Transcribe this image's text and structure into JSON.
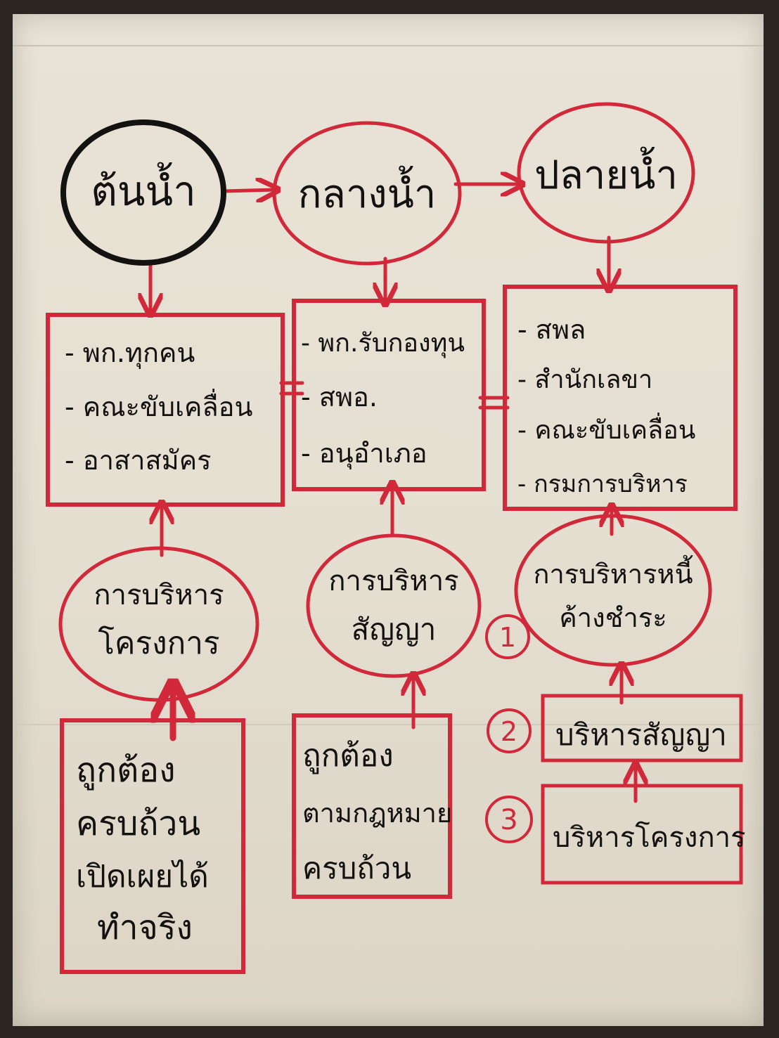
{
  "colors": {
    "ink": "#141210",
    "marker": "#d2293a",
    "paper": "#e8e2d5"
  },
  "top_nodes": [
    {
      "id": "upstream",
      "label": "ต้นน้ำ"
    },
    {
      "id": "midstream",
      "label": "กลางน้ำ"
    },
    {
      "id": "downstream",
      "label": "ปลายน้ำ"
    }
  ],
  "agency_boxes": [
    {
      "id": "box-upstream",
      "items": [
        "- พก.ทุกคน",
        "- คณะขับเคลื่อน",
        "- อาสาสมัคร"
      ]
    },
    {
      "id": "box-midstream",
      "items": [
        "- พก.รับกองทุน",
        "- สพอ.",
        "- อนุอำเภอ"
      ]
    },
    {
      "id": "box-downstream",
      "items": [
        "- สพล",
        "- สำนักเลขา",
        "- คณะขับเคลื่อน",
        "- กรมการบริหาร"
      ]
    }
  ],
  "process_nodes": [
    {
      "id": "project-mgmt",
      "lines": [
        "การบริหาร",
        "โครงการ"
      ]
    },
    {
      "id": "contract-mgmt",
      "lines": [
        "การบริหาร",
        "สัญญา"
      ]
    },
    {
      "id": "debt-mgmt",
      "lines": [
        "การบริหารหนี้",
        "ค้างชำระ"
      ]
    }
  ],
  "bottom_boxes": [
    {
      "id": "project-criteria",
      "lines": [
        "ถูกต้อง",
        "ครบถ้วน",
        "เปิดเผยได้",
        "ทำจริง"
      ]
    },
    {
      "id": "contract-criteria",
      "lines": [
        "ถูกต้อง",
        "ตามกฎหมาย",
        "ครบถ้วน"
      ]
    }
  ],
  "numbered_items": [
    {
      "number": "1"
    },
    {
      "number": "2",
      "label": "บริหารสัญญา"
    },
    {
      "number": "3",
      "label": "บริหารโครงการ"
    }
  ]
}
